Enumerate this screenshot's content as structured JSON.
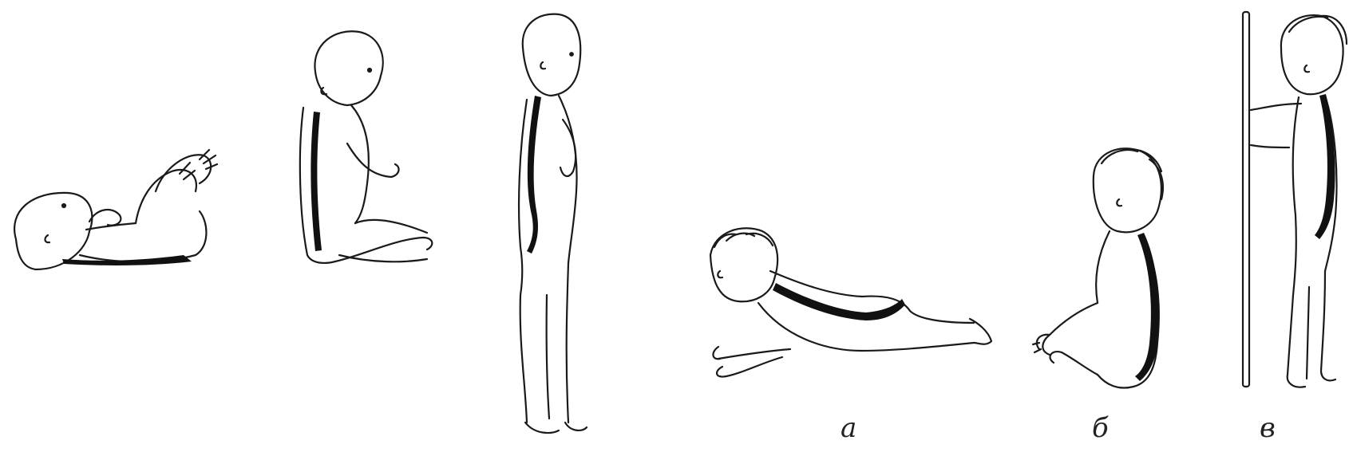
{
  "colors": {
    "outline": "#1a1a1a",
    "spine": "#111111",
    "background": "#ffffff"
  },
  "figures": [
    {
      "id": "newborn-lying",
      "pose": "lying-on-back",
      "caption": ""
    },
    {
      "id": "infant-sitting-straight-spine",
      "pose": "sitting",
      "caption": ""
    },
    {
      "id": "child-standing",
      "pose": "standing",
      "caption": ""
    },
    {
      "id": "infant-prone",
      "pose": "lying-on-stomach-raising-head",
      "caption": "а"
    },
    {
      "id": "infant-sitting",
      "pose": "sitting",
      "caption": "б"
    },
    {
      "id": "toddler-standing-with-stick",
      "pose": "standing-holding-stick",
      "caption": "в"
    }
  ]
}
